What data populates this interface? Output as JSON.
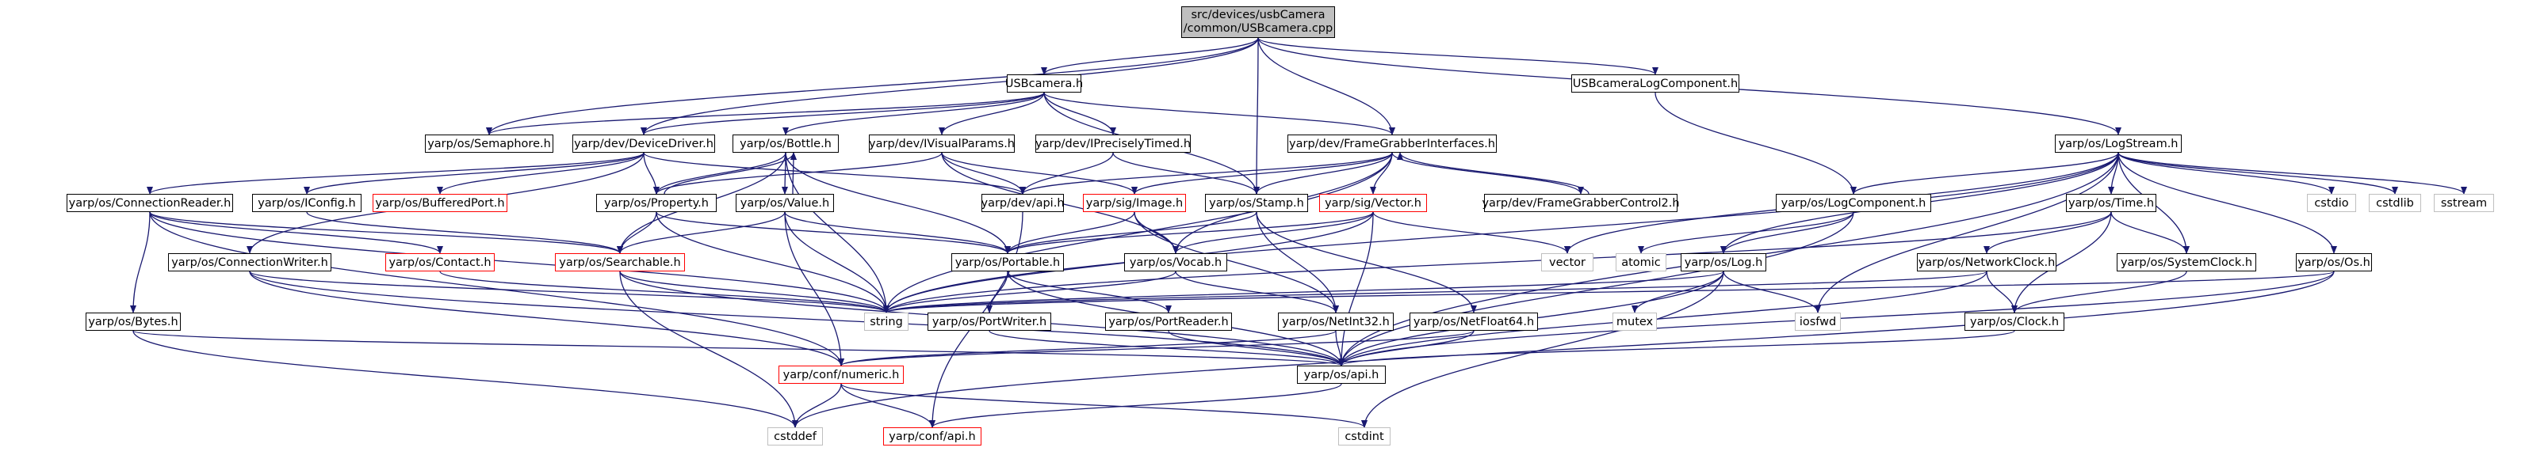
{
  "root": {
    "line1": "src/devices/usbCamera",
    "line2": "/common/USBcamera.cpp"
  },
  "nodes": {
    "usbcamera_h": "USBcamera.h",
    "usbcamera_log_component": "USBcameraLogComponent.h",
    "semaphore": "yarp/os/Semaphore.h",
    "device_driver": "yarp/dev/DeviceDriver.h",
    "bottle": "yarp/os/Bottle.h",
    "ivisual_params": "yarp/dev/IVisualParams.h",
    "iprecisely_timed": "yarp/dev/IPreciselyTimed.h",
    "frame_grabber_interfaces": "yarp/dev/FrameGrabberInterfaces.h",
    "log_stream": "yarp/os/LogStream.h",
    "connection_reader": "yarp/os/ConnectionReader.h",
    "iconfig": "yarp/os/IConfig.h",
    "buffered_port": "yarp/os/BufferedPort.h",
    "property": "yarp/os/Property.h",
    "value": "yarp/os/Value.h",
    "dev_api": "yarp/dev/api.h",
    "sig_image": "yarp/sig/Image.h",
    "stamp": "yarp/os/Stamp.h",
    "sig_vector": "yarp/sig/Vector.h",
    "frame_grabber_control2": "yarp/dev/FrameGrabberControl2.h",
    "log_component": "yarp/os/LogComponent.h",
    "time": "yarp/os/Time.h",
    "cstdio": "cstdio",
    "cstdlib": "cstdlib",
    "sstream": "sstream",
    "connection_writer": "yarp/os/ConnectionWriter.h",
    "contact": "yarp/os/Contact.h",
    "searchable": "yarp/os/Searchable.h",
    "portable": "yarp/os/Portable.h",
    "vocab": "yarp/os/Vocab.h",
    "vector": "vector",
    "atomic": "atomic",
    "log": "yarp/os/Log.h",
    "network_clock": "yarp/os/NetworkClock.h",
    "system_clock": "yarp/os/SystemClock.h",
    "os_h": "yarp/os/Os.h",
    "bytes": "yarp/os/Bytes.h",
    "string": "string",
    "port_writer": "yarp/os/PortWriter.h",
    "port_reader": "yarp/os/PortReader.h",
    "net_int32": "yarp/os/NetInt32.h",
    "net_float64": "yarp/os/NetFloat64.h",
    "mutex": "mutex",
    "iosfwd": "iosfwd",
    "clock": "yarp/os/Clock.h",
    "conf_numeric": "yarp/conf/numeric.h",
    "os_api": "yarp/os/api.h",
    "cstddef": "cstddef",
    "conf_api": "yarp/conf/api.h",
    "cstdint": "cstdint"
  },
  "colors": {
    "edge": "#191970",
    "node_border": "#000000",
    "external_border": "#bfbfbf",
    "truncated_border": "#ff0000",
    "root_fill": "#bfbfbf"
  }
}
